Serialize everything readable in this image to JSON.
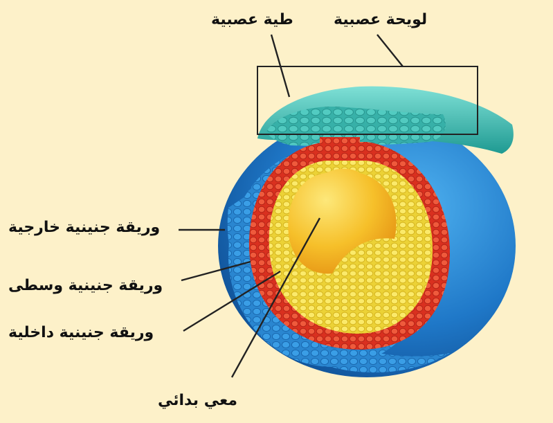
{
  "labels": {
    "neural_fold": "طية عصبية",
    "neural_plate": "لويحة عصبية",
    "ectoderm": "وريقة جنينية خارجية",
    "mesoderm": "وريقة جنينية وسطى",
    "endoderm": "وريقة جنينية داخلية",
    "primitive_gut": "معي بدائي"
  },
  "colors": {
    "background": "#fdf1c9",
    "ectoderm": "#1f78c8",
    "mesoderm": "#e03a25",
    "endoderm": "#f4e04a",
    "gut": "#f0b21c",
    "neural_plate": "#3cb7b0"
  }
}
